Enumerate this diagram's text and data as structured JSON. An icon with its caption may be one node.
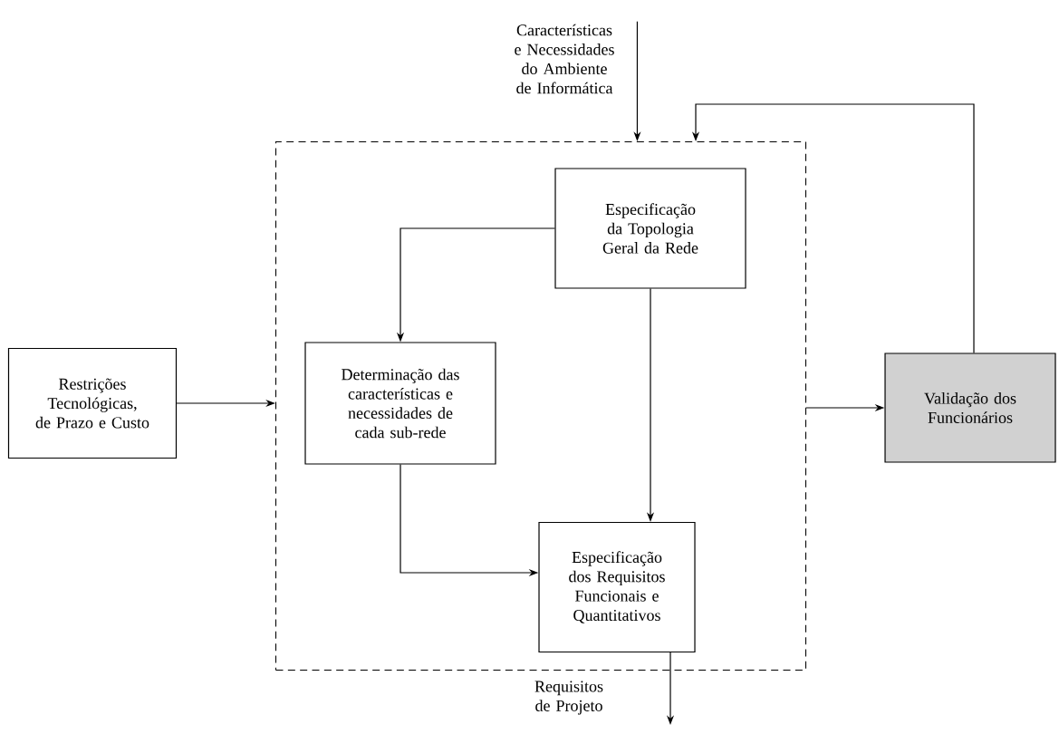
{
  "diagram": {
    "nodes": [
      {
        "text": [
          "Características e Necessidades do Ambiente de Informática"
        ]
      },
      {
        "text": [
          "Restrições Tecnológicas, de Prazo e Custo"
        ]
      },
      {
        "text": [],
        "shape": "box"
      },
      {
        "text": [
          "Especificação da Topologia Geral da Rede"
        ],
        "in": 2
      },
      {
        "text": [
          "Determinação das características e necessidades de cada sub-rede"
        ],
        "in": 2
      },
      {
        "text": [
          "Especificação dos Requisitos Funcionais e Quantitativos"
        ],
        "in": 2
      },
      {
        "text": [
          "Validação dos Funcionários"
        ]
      }
    ],
    "edges": [
      {
        "from": 0,
        "to": 2,
        "arrow": "to"
      },
      {
        "from": 1,
        "to": 2,
        "arrow": "to"
      },
      {
        "from": 3,
        "to": 4,
        "arrow": "to"
      },
      {
        "from": 3,
        "to": 5,
        "arrow": "to"
      },
      {
        "from": 4,
        "to": 5,
        "arrow": "to"
      },
      {
        "from": 2,
        "to": 6,
        "arrow": "to"
      },
      {
        "from": 6,
        "to": 2,
        "arrow": "to"
      },
      {
        "from": 5,
        "to": null,
        "arrow": "to",
        "label": "Requisitos de Projeto"
      }
    ]
  }
}
